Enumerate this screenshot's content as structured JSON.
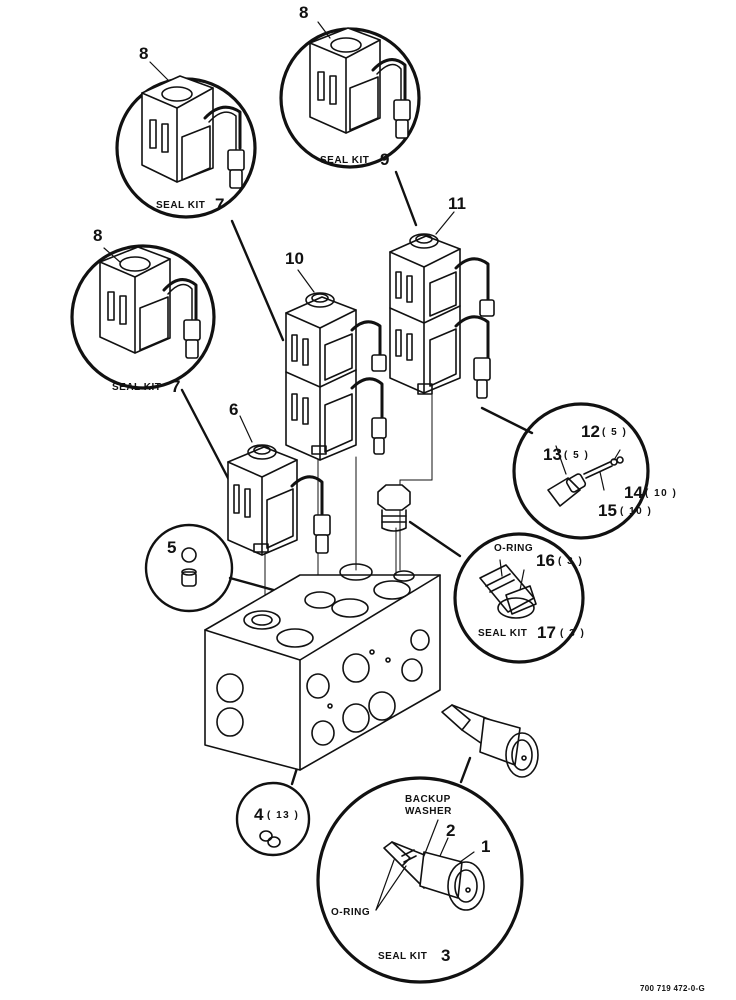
{
  "callouts": {
    "c1": "1",
    "c2": "2",
    "c3_title": "SEAL KIT",
    "c3": "3",
    "c4": "4",
    "c4_qty": "( 13 )",
    "c5": "5",
    "c6": "6",
    "c7a_title": "SEAL KIT",
    "c7a": "7",
    "c7b_title": "SEAL KIT",
    "c7b": "7",
    "c8a": "8",
    "c8b": "8",
    "c8c": "8",
    "c9_title": "SEAL KIT",
    "c9": "9",
    "c10": "10",
    "c11": "11",
    "c12": "12",
    "c12_qty": "( 5 )",
    "c13": "13",
    "c13_qty": "( 5 )",
    "c14": "14",
    "c14_qty": "( 10 )",
    "c15": "15",
    "c15_qty": "( 10 )",
    "c16": "16",
    "c16_qty": "( 3 )",
    "c17_title": "SEAL KIT",
    "c17": "17",
    "c17_qty": "( 3 )",
    "oring_upper": "O-RING",
    "oring_lower": "O-RING",
    "backup_1": "BACKUP",
    "backup_2": "WASHER"
  },
  "doc_number": "700 719 472-0-G"
}
